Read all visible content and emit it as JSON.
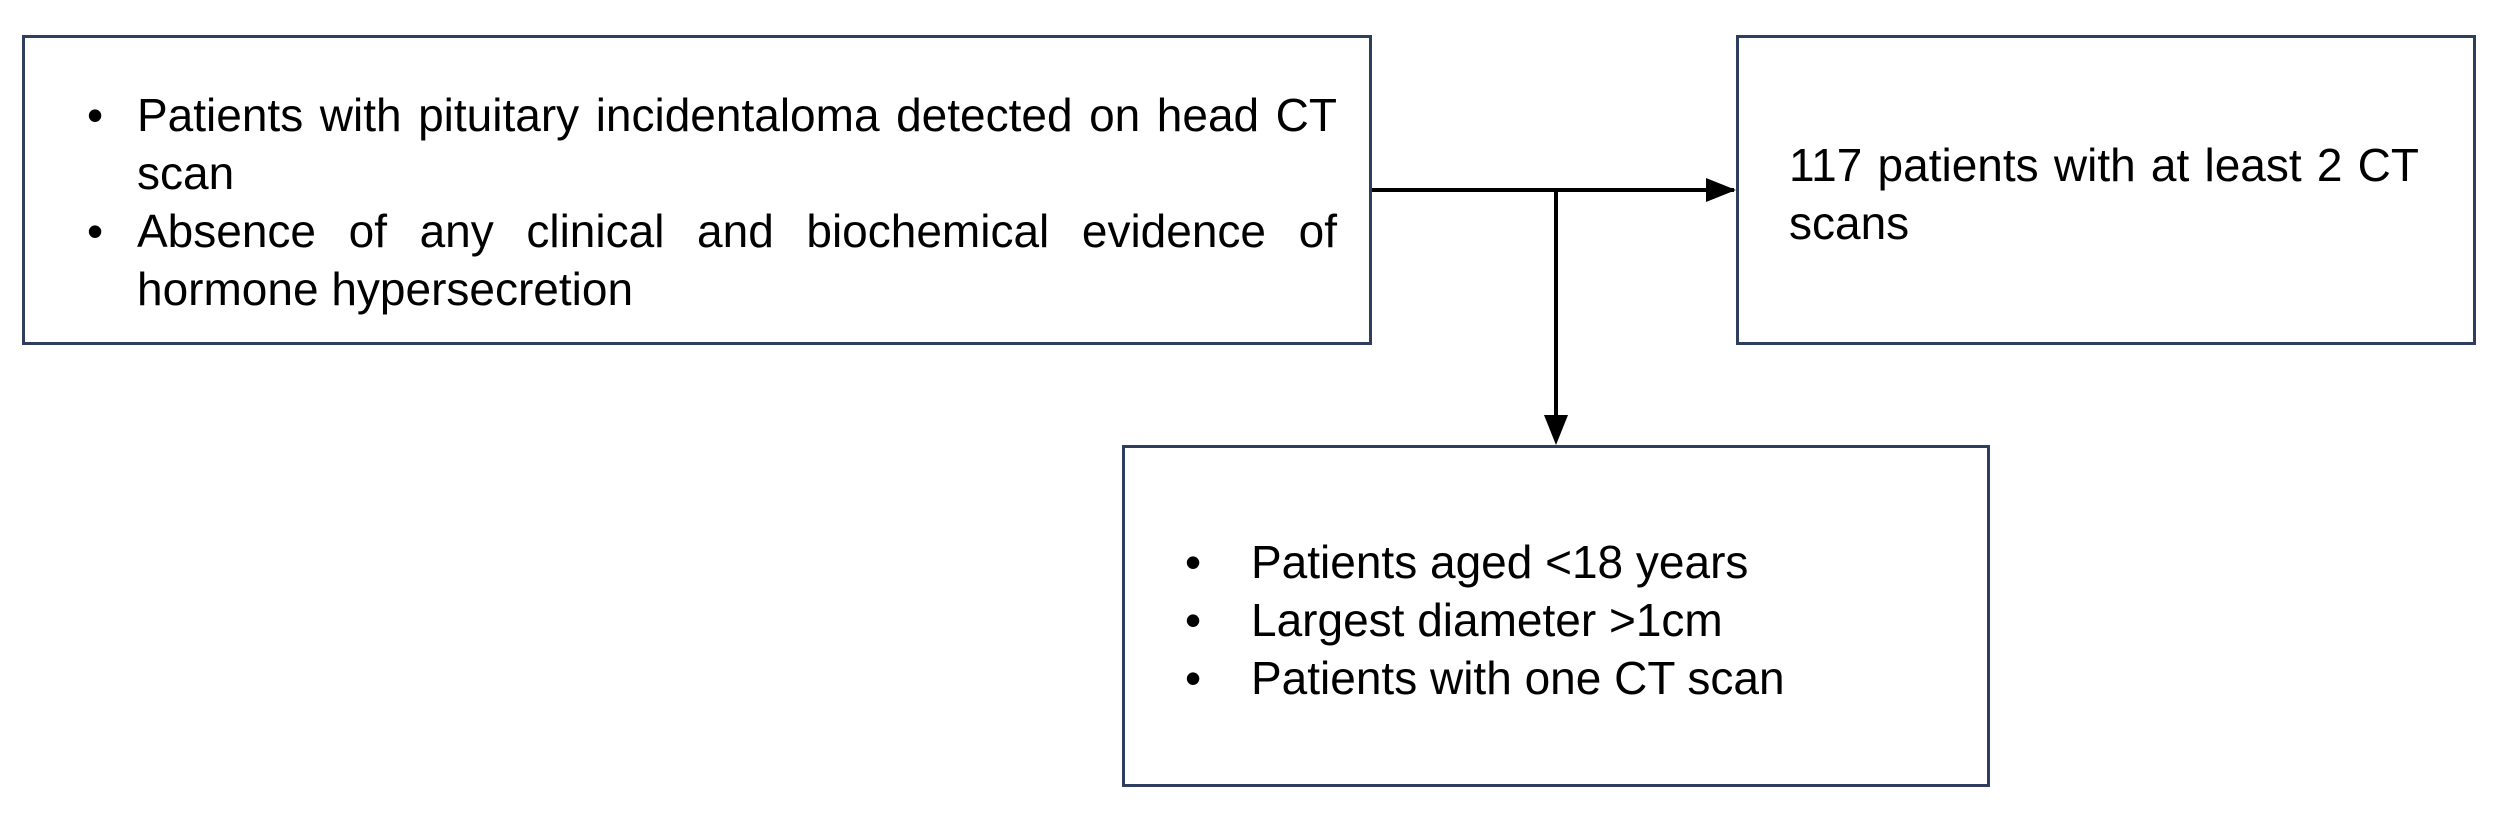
{
  "inclusion_box": {
    "items": [
      "Patients with pituitary incidentaloma detected on head CT scan",
      "Absence of any clinical and biochemical evidence of hormone hypersecretion"
    ]
  },
  "result_box": {
    "text": "117 patients with at least 2 CT scans"
  },
  "exclusion_box": {
    "items": [
      "Patients aged <18 years",
      "Largest diameter >1cm",
      "Patients with one CT scan"
    ]
  },
  "colors": {
    "box_border": "#2f3e5c",
    "arrow": "#000000"
  }
}
